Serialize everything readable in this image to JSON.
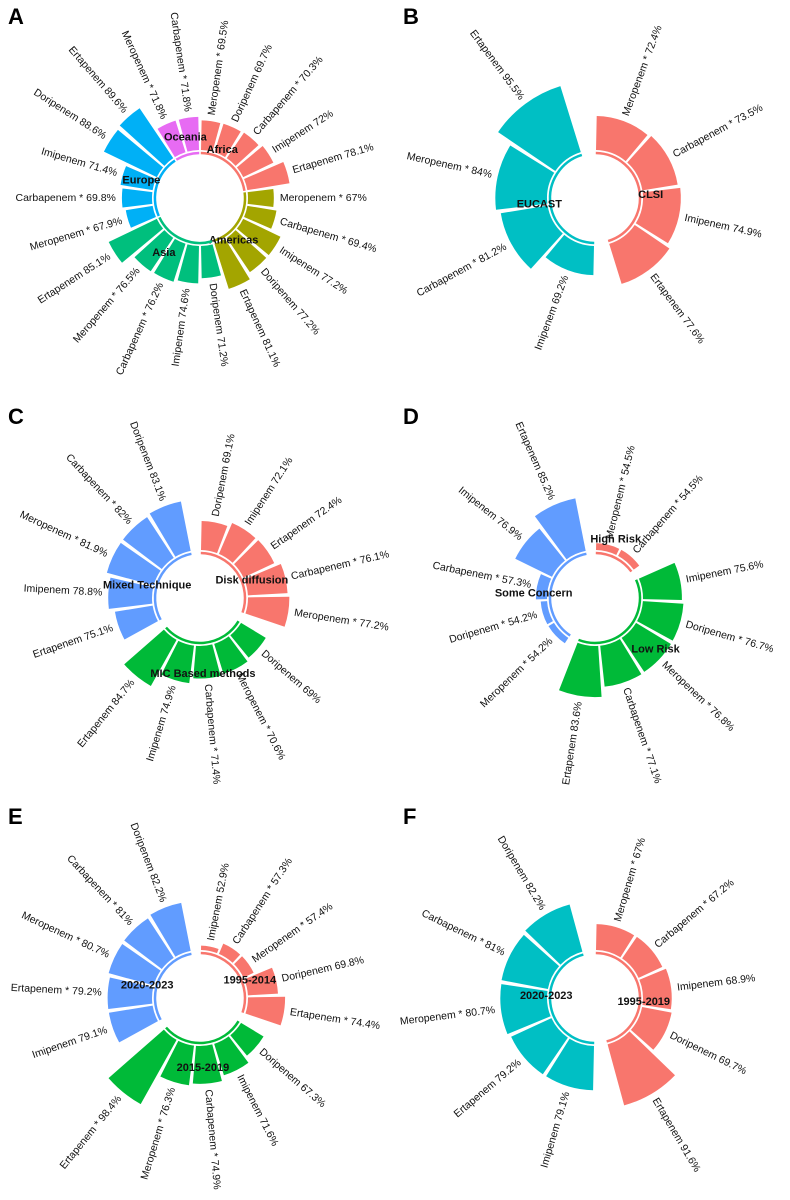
{
  "chart_data": [
    {
      "panel": "A",
      "type": "circular-bar",
      "groups": [
        {
          "name": "Africa",
          "color": "#F8766D",
          "bars": [
            {
              "label": "Meropenem * 69.5%",
              "value": 69.5
            },
            {
              "label": "Doripenem 69.7%",
              "value": 69.7
            },
            {
              "label": "Carbapenem * 70.3%",
              "value": 70.3
            },
            {
              "label": "Imipenem 72%",
              "value": 72.0
            },
            {
              "label": "Ertapenem 78.1%",
              "value": 78.1
            }
          ]
        },
        {
          "name": "Americas",
          "color": "#A3A500",
          "bars": [
            {
              "label": "Meropenem * 67%",
              "value": 67.0
            },
            {
              "label": "Carbapenem * 69.4%",
              "value": 69.4
            },
            {
              "label": "Imipenem 77.2%",
              "value": 77.2
            },
            {
              "label": "Doripenem 77.2%",
              "value": 77.2
            },
            {
              "label": "Ertapenem 81.1%",
              "value": 81.1
            }
          ]
        },
        {
          "name": "Asia",
          "color": "#00BF7D",
          "bars": [
            {
              "label": "Doripenem 71.2%",
              "value": 71.2
            },
            {
              "label": "Imipenem 74.6%",
              "value": 74.6
            },
            {
              "label": "Carbapenem * 76.2%",
              "value": 76.2
            },
            {
              "label": "Meropenem * 76.5%",
              "value": 76.5
            },
            {
              "label": "Ertapenem 85.1%",
              "value": 85.1
            }
          ]
        },
        {
          "name": "Europe",
          "color": "#00B0F6",
          "bars": [
            {
              "label": "Meropenem * 67.9%",
              "value": 67.9
            },
            {
              "label": "Carbapenem * 69.8%",
              "value": 69.8
            },
            {
              "label": "Imipenem 71.4%",
              "value": 71.4
            },
            {
              "label": "Doripenem 88.6%",
              "value": 88.6
            },
            {
              "label": "Ertapenem 89.6%",
              "value": 89.6
            }
          ]
        },
        {
          "name": "Oceania",
          "color": "#E76BF3",
          "bars": [
            {
              "label": "Meropenem * 71.8%",
              "value": 71.8
            },
            {
              "label": "Carbapenem * 71.8%",
              "value": 71.8
            }
          ]
        }
      ]
    },
    {
      "panel": "B",
      "type": "circular-bar",
      "groups": [
        {
          "name": "CLSI",
          "color": "#F8766D",
          "bars": [
            {
              "label": "Meropenem * 72.4%",
              "value": 72.4
            },
            {
              "label": "Carbapenem * 73.5%",
              "value": 73.5
            },
            {
              "label": "Imipenem 74.9%",
              "value": 74.9
            },
            {
              "label": "Ertapenem 77.6%",
              "value": 77.6
            }
          ]
        },
        {
          "name": "EUCAST",
          "color": "#00BFC4",
          "bars": [
            {
              "label": "Imipenem 69.2%",
              "value": 69.2
            },
            {
              "label": "Carbapenem * 81.2%",
              "value": 81.2
            },
            {
              "label": "Meropenem * 84%",
              "value": 84.0
            },
            {
              "label": "Ertapenem 95.5%",
              "value": 95.5
            }
          ]
        }
      ]
    },
    {
      "panel": "C",
      "type": "circular-bar",
      "groups": [
        {
          "name": "Disk diffusion",
          "color": "#F8766D",
          "bars": [
            {
              "label": "Doripenem 69.1%",
              "value": 69.1
            },
            {
              "label": "Imipenem 72.1%",
              "value": 72.1
            },
            {
              "label": "Ertapenem 72.4%",
              "value": 72.4
            },
            {
              "label": "Carbapenem * 76.1%",
              "value": 76.1
            },
            {
              "label": "Meropenem * 77.2%",
              "value": 77.2
            }
          ]
        },
        {
          "name": "MIC Based methods",
          "color": "#00BA38",
          "bars": [
            {
              "label": "Doripenem 69%",
              "value": 69.0
            },
            {
              "label": "Meropenem * 70.6%",
              "value": 70.6
            },
            {
              "label": "Carbapenem * 71.4%",
              "value": 71.4
            },
            {
              "label": "Imipenem 74.9%",
              "value": 74.9
            },
            {
              "label": "Ertapenem 84.7%",
              "value": 84.7
            }
          ]
        },
        {
          "name": "Mixed Technique",
          "color": "#619CFF",
          "bars": [
            {
              "label": "Ertapenem 75.1%",
              "value": 75.1
            },
            {
              "label": "Imipenem 78.8%",
              "value": 78.8
            },
            {
              "label": "Meropenem * 81.9%",
              "value": 81.9
            },
            {
              "label": "Carbapenem * 82%",
              "value": 82.0
            },
            {
              "label": "Doripenem 83.1%",
              "value": 83.1
            }
          ]
        }
      ]
    },
    {
      "panel": "D",
      "type": "circular-bar",
      "groups": [
        {
          "name": "High Risk",
          "color": "#F8766D",
          "bars": [
            {
              "label": "Meropenem * 54.5%",
              "value": 54.5
            },
            {
              "label": "Carbapenem * 54.5%",
              "value": 54.5
            }
          ]
        },
        {
          "name": "Low Risk",
          "color": "#00BA38",
          "bars": [
            {
              "label": "Imipenem 75.6%",
              "value": 75.6
            },
            {
              "label": "Doripenem * 76.7%",
              "value": 76.7
            },
            {
              "label": "Meropenem * 76.8%",
              "value": 76.8
            },
            {
              "label": "Carbapenem * 77.1%",
              "value": 77.1
            },
            {
              "label": "Ertapenem 83.6%",
              "value": 83.6
            }
          ]
        },
        {
          "name": "Some Concern",
          "color": "#619CFF",
          "bars": [
            {
              "label": "Meropenem * 54.2%",
              "value": 54.2
            },
            {
              "label": "Doripenem * 54.2%",
              "value": 54.2
            },
            {
              "label": "Carbapenem * 57.3%",
              "value": 57.3
            },
            {
              "label": "Imipenem 76.9%",
              "value": 76.9
            },
            {
              "label": "Ertapenem 85.2%",
              "value": 85.2
            }
          ]
        }
      ]
    },
    {
      "panel": "E",
      "type": "circular-bar",
      "groups": [
        {
          "name": "1995-2014",
          "color": "#F8766D",
          "bars": [
            {
              "label": "Imipenem 52.9%",
              "value": 52.9
            },
            {
              "label": "Carbapenem * 57.3%",
              "value": 57.3
            },
            {
              "label": "Meropenem * 57.4%",
              "value": 57.4
            },
            {
              "label": "Doripenem 69.8%",
              "value": 69.8
            },
            {
              "label": "Ertapenem * 74.4%",
              "value": 74.4
            }
          ]
        },
        {
          "name": "2015-2019",
          "color": "#00BA38",
          "bars": [
            {
              "label": "Doripenem 67.3%",
              "value": 67.3
            },
            {
              "label": "Imipenem 71.6%",
              "value": 71.6
            },
            {
              "label": "Carbapenem * 74.9%",
              "value": 74.9
            },
            {
              "label": "Meropenem * 76.3%",
              "value": 76.3
            },
            {
              "label": "Ertapenem * 98.4%",
              "value": 98.4
            }
          ]
        },
        {
          "name": "2020-2023",
          "color": "#619CFF",
          "bars": [
            {
              "label": "Imipenem 79.1%",
              "value": 79.1
            },
            {
              "label": "Ertapenem * 79.2%",
              "value": 79.2
            },
            {
              "label": "Meropenem * 80.7%",
              "value": 80.7
            },
            {
              "label": "Carbapenem * 81%",
              "value": 81.0
            },
            {
              "label": "Doripenem 82.2%",
              "value": 82.2
            }
          ]
        }
      ]
    },
    {
      "panel": "F",
      "type": "circular-bar",
      "groups": [
        {
          "name": "1995-2019",
          "color": "#F8766D",
          "bars": [
            {
              "label": "Meropenem * 67%",
              "value": 67.0
            },
            {
              "label": "Carbapenem * 67.2%",
              "value": 67.2
            },
            {
              "label": "Imipenem 68.9%",
              "value": 68.9
            },
            {
              "label": "Doripenem 69.7%",
              "value": 69.7
            },
            {
              "label": "Ertapenem 91.6%",
              "value": 91.6
            }
          ]
        },
        {
          "name": "2020-2023",
          "color": "#00BFC4",
          "bars": [
            {
              "label": "Imipenem 79.1%",
              "value": 79.1
            },
            {
              "label": "Ertapenem 79.2%",
              "value": 79.2
            },
            {
              "label": "Meropenem * 80.7%",
              "value": 80.7
            },
            {
              "label": "Carbapenem * 81%",
              "value": 81.0
            },
            {
              "label": "Doripenem 82.2%",
              "value": 82.2
            }
          ]
        }
      ]
    }
  ]
}
